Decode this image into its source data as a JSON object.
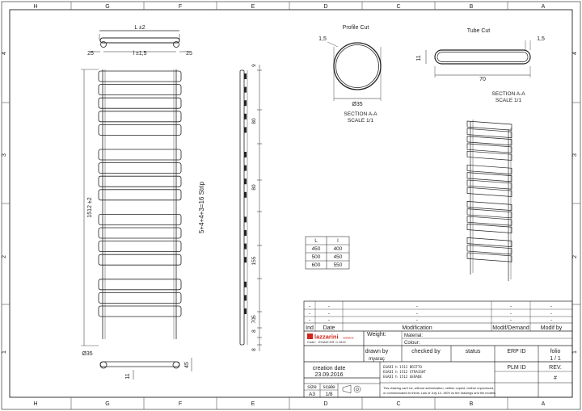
{
  "border": {
    "columns_top": [
      "H",
      "G",
      "F",
      "E",
      "D",
      "C",
      "B",
      "A"
    ],
    "columns_bottom": [
      "H",
      "G",
      "F",
      "E",
      "D",
      "C",
      "B",
      "A"
    ],
    "rows_left": [
      "4",
      "3",
      "2",
      "1"
    ],
    "rows_right": [
      "4",
      "3",
      "2",
      "1"
    ]
  },
  "top_view": {
    "L_label": "L ±2",
    "l_label": "l ±1,5",
    "left_offset": "25",
    "right_offset": "25"
  },
  "front_view": {
    "height_label": "1512 ±2",
    "strip_label": "5+4+4+3=16 Strip",
    "pipe_label": "Ø35",
    "bottom_offset": "11",
    "bottom_right": "45"
  },
  "side_view": {
    "dims": [
      "9",
      "80",
      "80",
      "155",
      "70",
      "8",
      "8",
      "5"
    ]
  },
  "profile_cut": {
    "title": "Profile Cut",
    "thickness": "1,5",
    "diameter": "Ø35",
    "section_line1": "SECTION  A-A",
    "section_line2": "SCALE   1/1"
  },
  "tube_cut": {
    "title": "Tube Cut",
    "thickness": "1,5",
    "height": "11",
    "width": "70",
    "section_line1": "SECTION  A-A",
    "section_line2": "SCALE   1/1"
  },
  "size_table": {
    "headers": [
      "L",
      "l"
    ],
    "rows": [
      [
        "450",
        "400"
      ],
      [
        "500",
        "450"
      ],
      [
        "600",
        "550"
      ]
    ]
  },
  "title_block": {
    "rev_rows": [
      [
        "-",
        "-",
        "-",
        "-",
        "-"
      ],
      [
        "-",
        "-",
        "-",
        "-",
        "-"
      ],
      [
        "-",
        "-",
        "-",
        "-",
        "-"
      ]
    ],
    "ind_label": "Ind",
    "date_label": "Date",
    "modification_label": "Modification",
    "modif_demand_label": "Modif/Demand",
    "modif_by_label": "Modif by",
    "logo_text": "lazzarini",
    "logo_sub": "radiators",
    "code_label": "Code:",
    "code_value": "EGADI DR. h 1512",
    "weight_label": "Weight:",
    "material_label": "Material:",
    "colour_label": "Colour:",
    "drawn_by_label": "drawn by",
    "drawn_by_value": "myaraç",
    "checked_by_label": "checked by",
    "status_label": "status",
    "erp_label": "ERP ID",
    "folio_label": "folio",
    "folio_value": "1 / 1",
    "desc_lines": [
      "EGADI h 1512 DRITTO",
      "EGADI h 1512 STRAIGHT",
      "EGADI h 1512 GERADE"
    ],
    "creation_label": "creation date",
    "creation_value": "23.09.2016",
    "plm_label": "PLM ID",
    "rev_label": "REV.",
    "rev_value": "#",
    "size_label": "size",
    "size_value": "A3",
    "scale_label": "scale",
    "scale_value": "1/8",
    "notice_line1": "This drawing can't be, without authorization, neither copied, neither reproduced,",
    "notice_line2": "or communicated to thirds. Law of July 14, 1909 on the drawings and the models."
  }
}
